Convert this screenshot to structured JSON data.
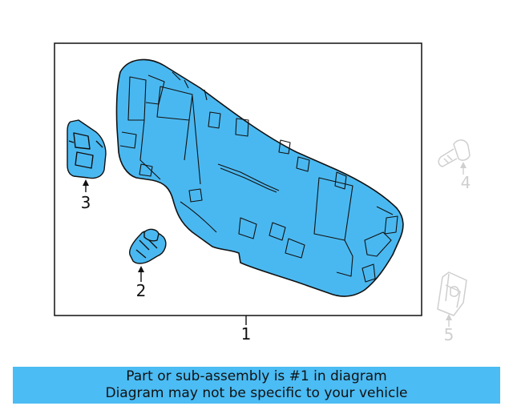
{
  "colors": {
    "part_fill": "#4ab8f0",
    "outline": "#111111",
    "faded": "#cfcfcf",
    "banner_bg": "#4bbcf4",
    "page_bg": "#ffffff"
  },
  "callouts": {
    "c1": "1",
    "c2": "2",
    "c3": "3",
    "c4": "4",
    "c5": "5"
  },
  "banner": {
    "line1": "Part or sub-assembly is #1 in diagram",
    "line2": "Diagram may not be specific to your vehicle"
  }
}
